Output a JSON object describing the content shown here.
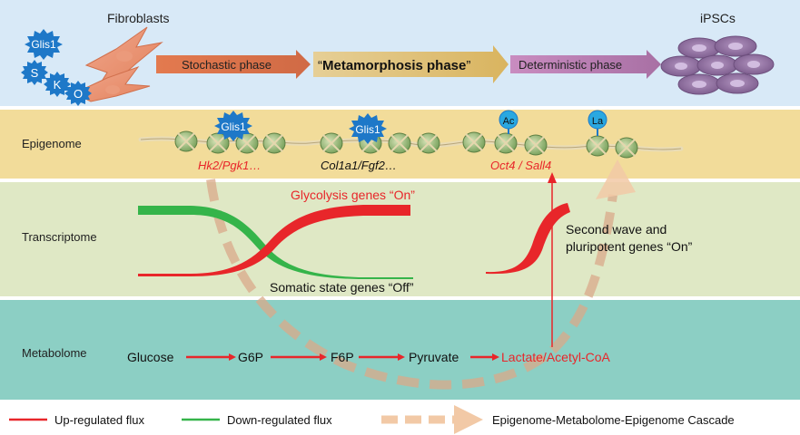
{
  "header": {
    "fibroblasts_label": "Fibroblasts",
    "ipscs_label": "iPSCs",
    "factors": [
      "Glis1",
      "S",
      "K",
      "O"
    ],
    "phases": {
      "stochastic": "Stochastic phase",
      "metamorphosis_q1": "“",
      "metamorphosis": "Metamorphosis phase",
      "metamorphosis_q2": "”",
      "deterministic": "Deterministic phase"
    }
  },
  "rows": {
    "epigenome": "Epigenome",
    "transcriptome": "Transcriptome",
    "metabolome": "Metabolome"
  },
  "epigenome": {
    "glis1_a": "Glis1",
    "glis1_b": "Glis1",
    "ac": "Ac",
    "la": "La",
    "genes_1": "Hk2/Pgk1…",
    "genes_2": "Col1a1/Fgf2…",
    "genes_3": "Oct4 / Sall4"
  },
  "transcriptome": {
    "glycolysis_on": "Glycolysis genes “On”",
    "somatic_off": "Somatic state genes “Off”",
    "second_wave_1": "Second wave and",
    "second_wave_2": "pluripotent genes “On”"
  },
  "metabolome": {
    "glucose": "Glucose",
    "g6p": "G6P",
    "f6p": "F6P",
    "pyruvate": "Pyruvate",
    "lactate": "Lactate/Acetyl-CoA"
  },
  "legend": {
    "up": "Up-regulated flux",
    "down": "Down-regulated flux",
    "cascade": "Epigenome-Metabolome-Epigenome Cascade"
  },
  "colors": {
    "header_bg": "#d8e9f7",
    "epigenome_bg": "#f2dc9a",
    "transcriptome_bg": "#dfe8c5",
    "metabolome_bg": "#8ccfc4",
    "up_red": "#e8262a",
    "down_green": "#35b44a",
    "factor_blue": "#1e78c8",
    "ipsc_purple": "#8a6a99",
    "cascade_arrow": "#f2c9a6"
  }
}
